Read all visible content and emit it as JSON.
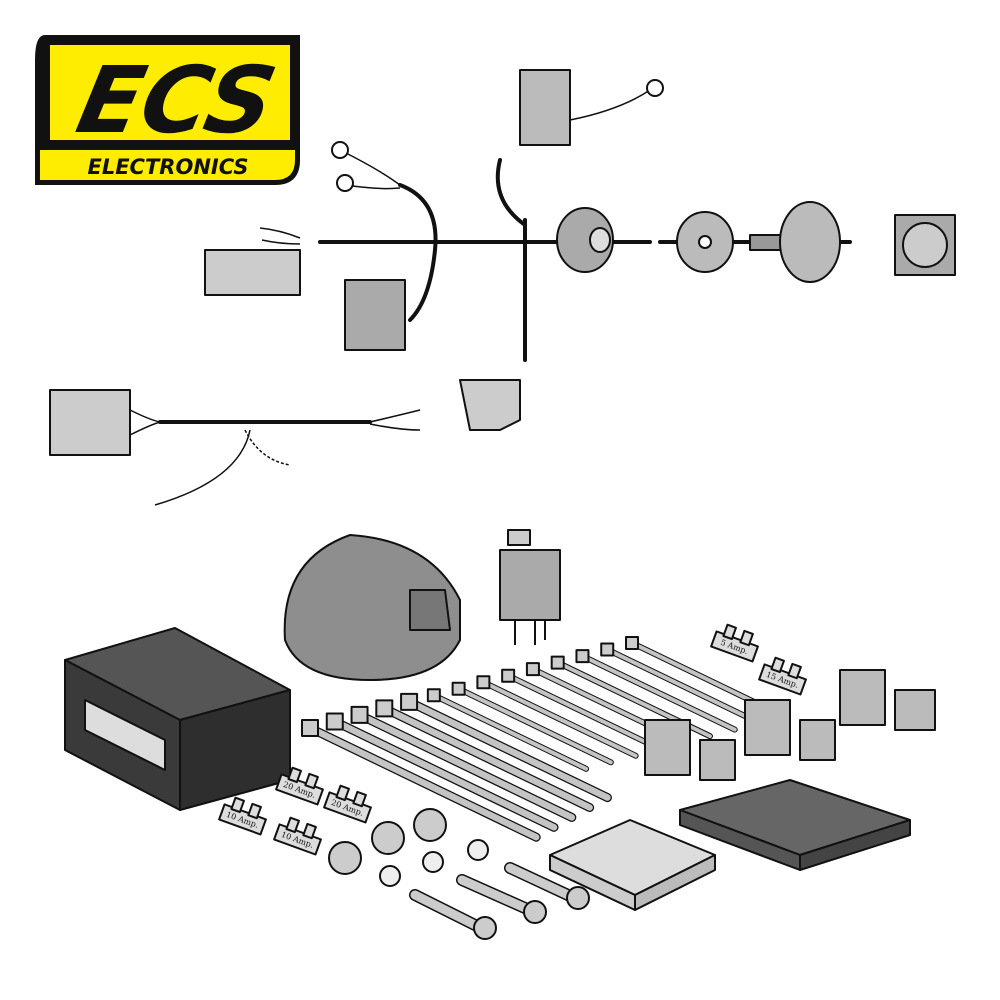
{
  "logo": {
    "brand": "ECS",
    "subtitle": "ELECTRONICS",
    "colors": {
      "background": "#FFED00",
      "frame": "#111111",
      "text": "#111111"
    }
  },
  "kit": {
    "fuses": [
      {
        "label": "5 Amp."
      },
      {
        "label": "15 Amp."
      },
      {
        "label": "20 Amp."
      },
      {
        "label": "10 Amp."
      },
      {
        "label": "20 Amp."
      },
      {
        "label": "10 Amp."
      }
    ],
    "cable_tie_count": 14,
    "colors": {
      "parts": "#BDBDBD",
      "module": "#3A3A3A",
      "socket": "#8E8E8E"
    }
  }
}
